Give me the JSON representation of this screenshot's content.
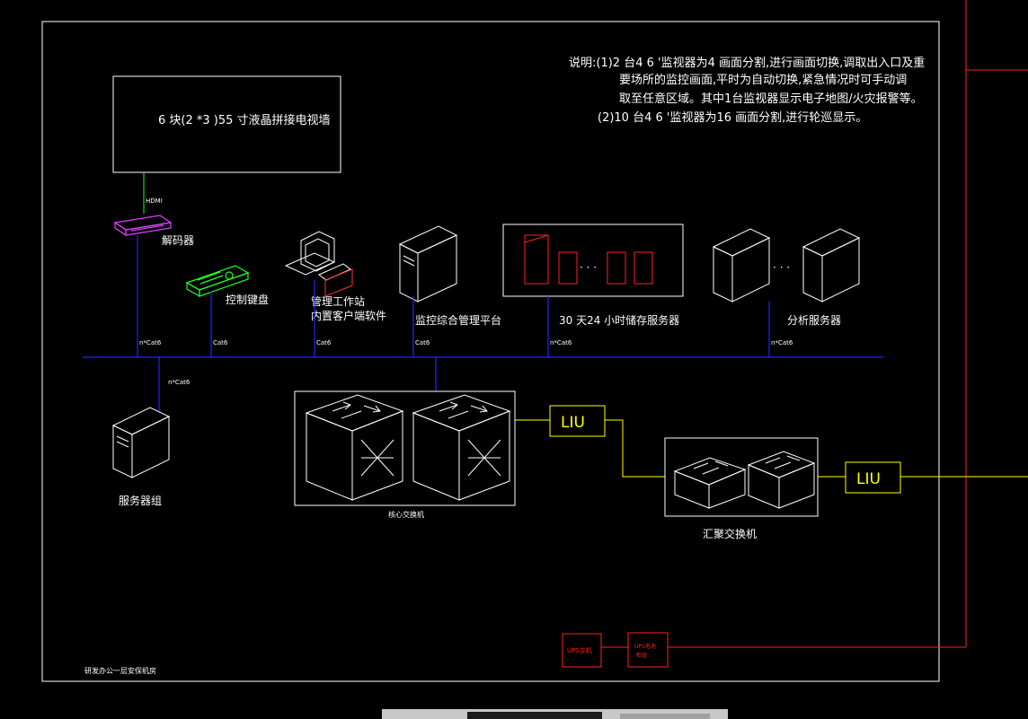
{
  "notes": {
    "line1": "说明:(1)2 台4 6 '监视器为4 画面分割,进行画面切换,调取出入口及重",
    "line2": "要场所的监控画面,平时为自动切换,紧急情况时可手动调",
    "line3": "取至任意区域。其中1台监视器显示电子地图/火灾报警等。",
    "line4": "(2)10 台4 6 '监视器为16 画面分割,进行轮巡显示。"
  },
  "video_wall": {
    "label": "6 块(2 *3 )55 寸液晶拼接电视墙"
  },
  "decoder": {
    "label": "解码器",
    "link": "HDMI",
    "cable": "n*Cat6"
  },
  "keyboard": {
    "label": "控制键盘",
    "cable": "Cat6"
  },
  "workstation": {
    "label1": "管理工作站",
    "label2": "内置客户端软件",
    "cable": "Cat6"
  },
  "platform": {
    "label": "监控综合管理平台",
    "cable": "Cat6"
  },
  "storage": {
    "label": "30 天24 小时储存服务器",
    "cable": "n*Cat6",
    "dots": "· · ·"
  },
  "analysis": {
    "label": "分析服务器",
    "cable": "n*Cat6",
    "dots": "· · ·"
  },
  "server_group": {
    "label": "服务器组",
    "cable": "n*Cat6"
  },
  "core_switch": {
    "label": "核心交换机"
  },
  "liu1": {
    "label": "LIU"
  },
  "liu2": {
    "label": "LIU"
  },
  "agg_switch": {
    "label": "汇聚交换机"
  },
  "ups_host": {
    "label": "UPS主机"
  },
  "ups_battery": {
    "label1": "UPS电池",
    "label2": "柜组"
  },
  "room_title": {
    "label": "研发办公一层安保机房"
  },
  "colors": {
    "frame": "#ffffff",
    "bus": "#2323ff",
    "fiber": "#ffff00",
    "ups": "#ff2020",
    "decoder": "#e040ff",
    "keyboard": "#20ff20",
    "hdmi": "#20ff20"
  }
}
